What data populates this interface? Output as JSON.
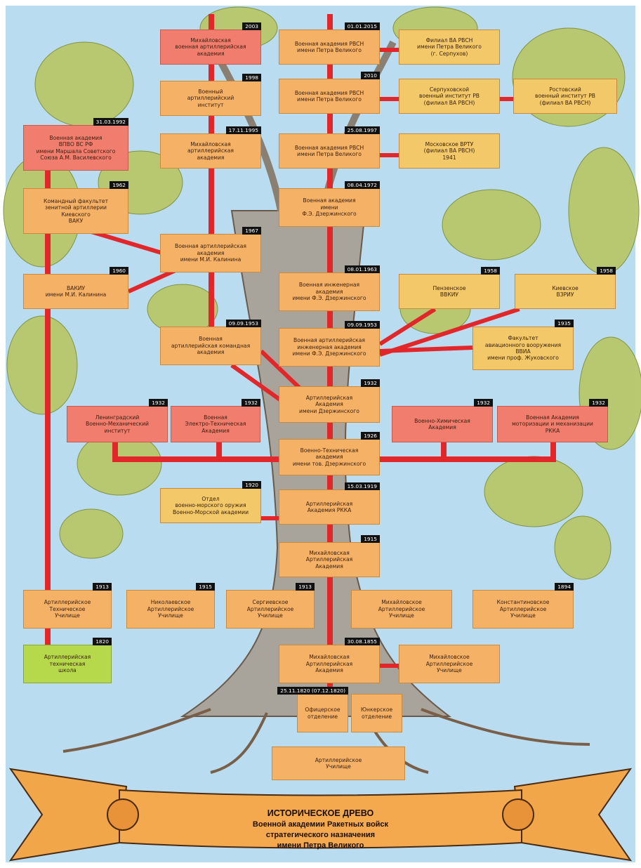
{
  "colors": {
    "sky": "#b9dcf0",
    "line": "#e3262a",
    "orange": "#f5b267",
    "yellow": "#f2c868",
    "red": "#f07d6e",
    "green": "#b6d94c",
    "trunk": "#a8a39b",
    "leaf": "#b7c76a"
  },
  "banner": {
    "title": "ИСТОРИЧЕСКОЕ ДРЕВО",
    "line2": "Военной академии Ракетных войск",
    "line3": "стратегического назначения",
    "line4": "имени Петра Великого"
  },
  "nodes": [
    {
      "id": "n01",
      "date": "2003",
      "text": "Михайловская\nвоенная артиллерийская\nакадемия",
      "color": "red"
    },
    {
      "id": "n02",
      "date": "01.01.2015",
      "text": "Военная академия РВСН\nимени Петра Великого",
      "color": "orange"
    },
    {
      "id": "n03",
      "date": "",
      "text": "Филиал ВА РВСН\nимени Петра Великого\n(г. Серпухов)",
      "color": "yellow"
    },
    {
      "id": "n04",
      "date": "1998",
      "text": "Военный\nартиллерийский\nинститут",
      "color": "orange"
    },
    {
      "id": "n05",
      "date": "2010",
      "text": "Военная академия РВСН\nимени Петра Великого",
      "color": "orange"
    },
    {
      "id": "n06",
      "date": "",
      "text": "Серпуховской\nвоенный институт РВ\n(филиал ВА РВСН)",
      "color": "yellow"
    },
    {
      "id": "n07",
      "date": "",
      "text": "Ростовский\nвоенный институт РВ\n(филиал ВА РВСН)",
      "color": "yellow"
    },
    {
      "id": "n08",
      "date": "31.03.1992",
      "text": "Военная академия\nВПВО ВС РФ\nимени Маршала Советского\nСоюза А.М. Василевского",
      "color": "red"
    },
    {
      "id": "n09",
      "date": "17.11.1995",
      "text": "Михайловская\nартиллерийская\nакадемия",
      "color": "orange"
    },
    {
      "id": "n10",
      "date": "25.08.1997",
      "text": "Военная академия РВСН\nимени Петра Великого",
      "color": "orange"
    },
    {
      "id": "n11",
      "date": "",
      "text": "Московское ВРТУ\n(филиал ВА РВСН)\n1941",
      "color": "yellow"
    },
    {
      "id": "n12",
      "date": "1962",
      "text": "Командный факультет\nзенитной артиллерии\nКиевского\nВАКУ",
      "color": "orange"
    },
    {
      "id": "n13",
      "date": "08.04.1972",
      "text": "Военная академия\nимени\nФ.Э. Дзержинского",
      "color": "orange"
    },
    {
      "id": "n14",
      "date": "1967",
      "text": "Военная артиллерийская\nакадемия\nимени М.И. Калинина",
      "color": "orange"
    },
    {
      "id": "n15",
      "date": "1960",
      "text": "ВАКИУ\nимени М.И. Калинина",
      "color": "orange"
    },
    {
      "id": "n16",
      "date": "08.01.1963",
      "text": "Военная инженерная\nакадемия\nимени Ф.Э. Дзержинского",
      "color": "orange"
    },
    {
      "id": "n17",
      "date": "1958",
      "text": "Пензенское\nВВКИУ",
      "color": "yellow"
    },
    {
      "id": "n18",
      "date": "1958",
      "text": "Киевское\nВЗРИУ",
      "color": "yellow"
    },
    {
      "id": "n19",
      "date": "09.09.1953",
      "text": "Военная\nартиллерийская командная\nакадемия",
      "color": "orange"
    },
    {
      "id": "n20",
      "date": "09.09.1953",
      "text": "Военная артиллерийская\nинженерная академия\nимени Ф.Э. Дзержинского",
      "color": "orange"
    },
    {
      "id": "n21",
      "date": "1935",
      "text": "Факультет\nавиационного вооружения\nВВИА\nимени проф. Жуковского",
      "color": "yellow"
    },
    {
      "id": "n22",
      "date": "1932",
      "text": "Артиллерийская\nАкадемия\nимени Дзержинского",
      "color": "orange"
    },
    {
      "id": "n23",
      "date": "1932",
      "text": "Ленинградский\nВоенно-Механический\nинститут",
      "color": "red"
    },
    {
      "id": "n24",
      "date": "1932",
      "text": "Военная\nЭлектро-Техническая\nАкадемия",
      "color": "red"
    },
    {
      "id": "n25",
      "date": "1932",
      "text": "Военно-Химическая\nАкадемия",
      "color": "red"
    },
    {
      "id": "n26",
      "date": "1932",
      "text": "Военная Академия\nмоторизации и механизации\nРККА",
      "color": "red"
    },
    {
      "id": "n27",
      "date": "1926",
      "text": "Военно-Техническая\nакадемия\nимени тов. Дзержинского",
      "color": "orange"
    },
    {
      "id": "n28",
      "date": "1920",
      "text": "Отдел\nвоенно-морского оружия\nВоенно-Морской академии",
      "color": "yellow"
    },
    {
      "id": "n29",
      "date": "15.03.1919",
      "text": "Артиллерийская\nАкадемия РККА",
      "color": "orange"
    },
    {
      "id": "n30",
      "date": "1915",
      "text": "Михайловская\nАртиллерийская\nАкадемия",
      "color": "orange"
    },
    {
      "id": "n31",
      "date": "1913",
      "text": "Артиллерийское\nТехническое\nУчилище",
      "color": "orange"
    },
    {
      "id": "n32",
      "date": "1915",
      "text": "Николаевское\nАртиллерийское\nУчилище",
      "color": "orange"
    },
    {
      "id": "n33",
      "date": "1913",
      "text": "Сергиевское\nАртиллерийское\nУчилище",
      "color": "orange"
    },
    {
      "id": "n34",
      "date": "",
      "text": "Михайловское\nАртиллерийское\nУчилище",
      "color": "orange"
    },
    {
      "id": "n35",
      "date": "1894",
      "text": "Константиновское\nАртиллерийское\nУчилище",
      "color": "orange"
    },
    {
      "id": "n36",
      "date": "1820",
      "text": "Артиллерийская\nтехническая\nшкола",
      "color": "green"
    },
    {
      "id": "n37",
      "date": "30.08.1855",
      "text": "Михайловская\nАртиллерийская\nАкадемия",
      "color": "orange"
    },
    {
      "id": "n38",
      "date": "",
      "text": "Михайловское\nАртиллерийское\nУчилище",
      "color": "orange"
    },
    {
      "id": "n39",
      "date": "25.11.1820 (07.12.1820)",
      "text": "Офицерское\nотделение",
      "color": "orange"
    },
    {
      "id": "n40",
      "date": "",
      "text": "Юнкерское\nотделение",
      "color": "orange"
    },
    {
      "id": "n41",
      "date": "",
      "text": "Артиллерийское\nУчилище",
      "color": "orange"
    }
  ]
}
